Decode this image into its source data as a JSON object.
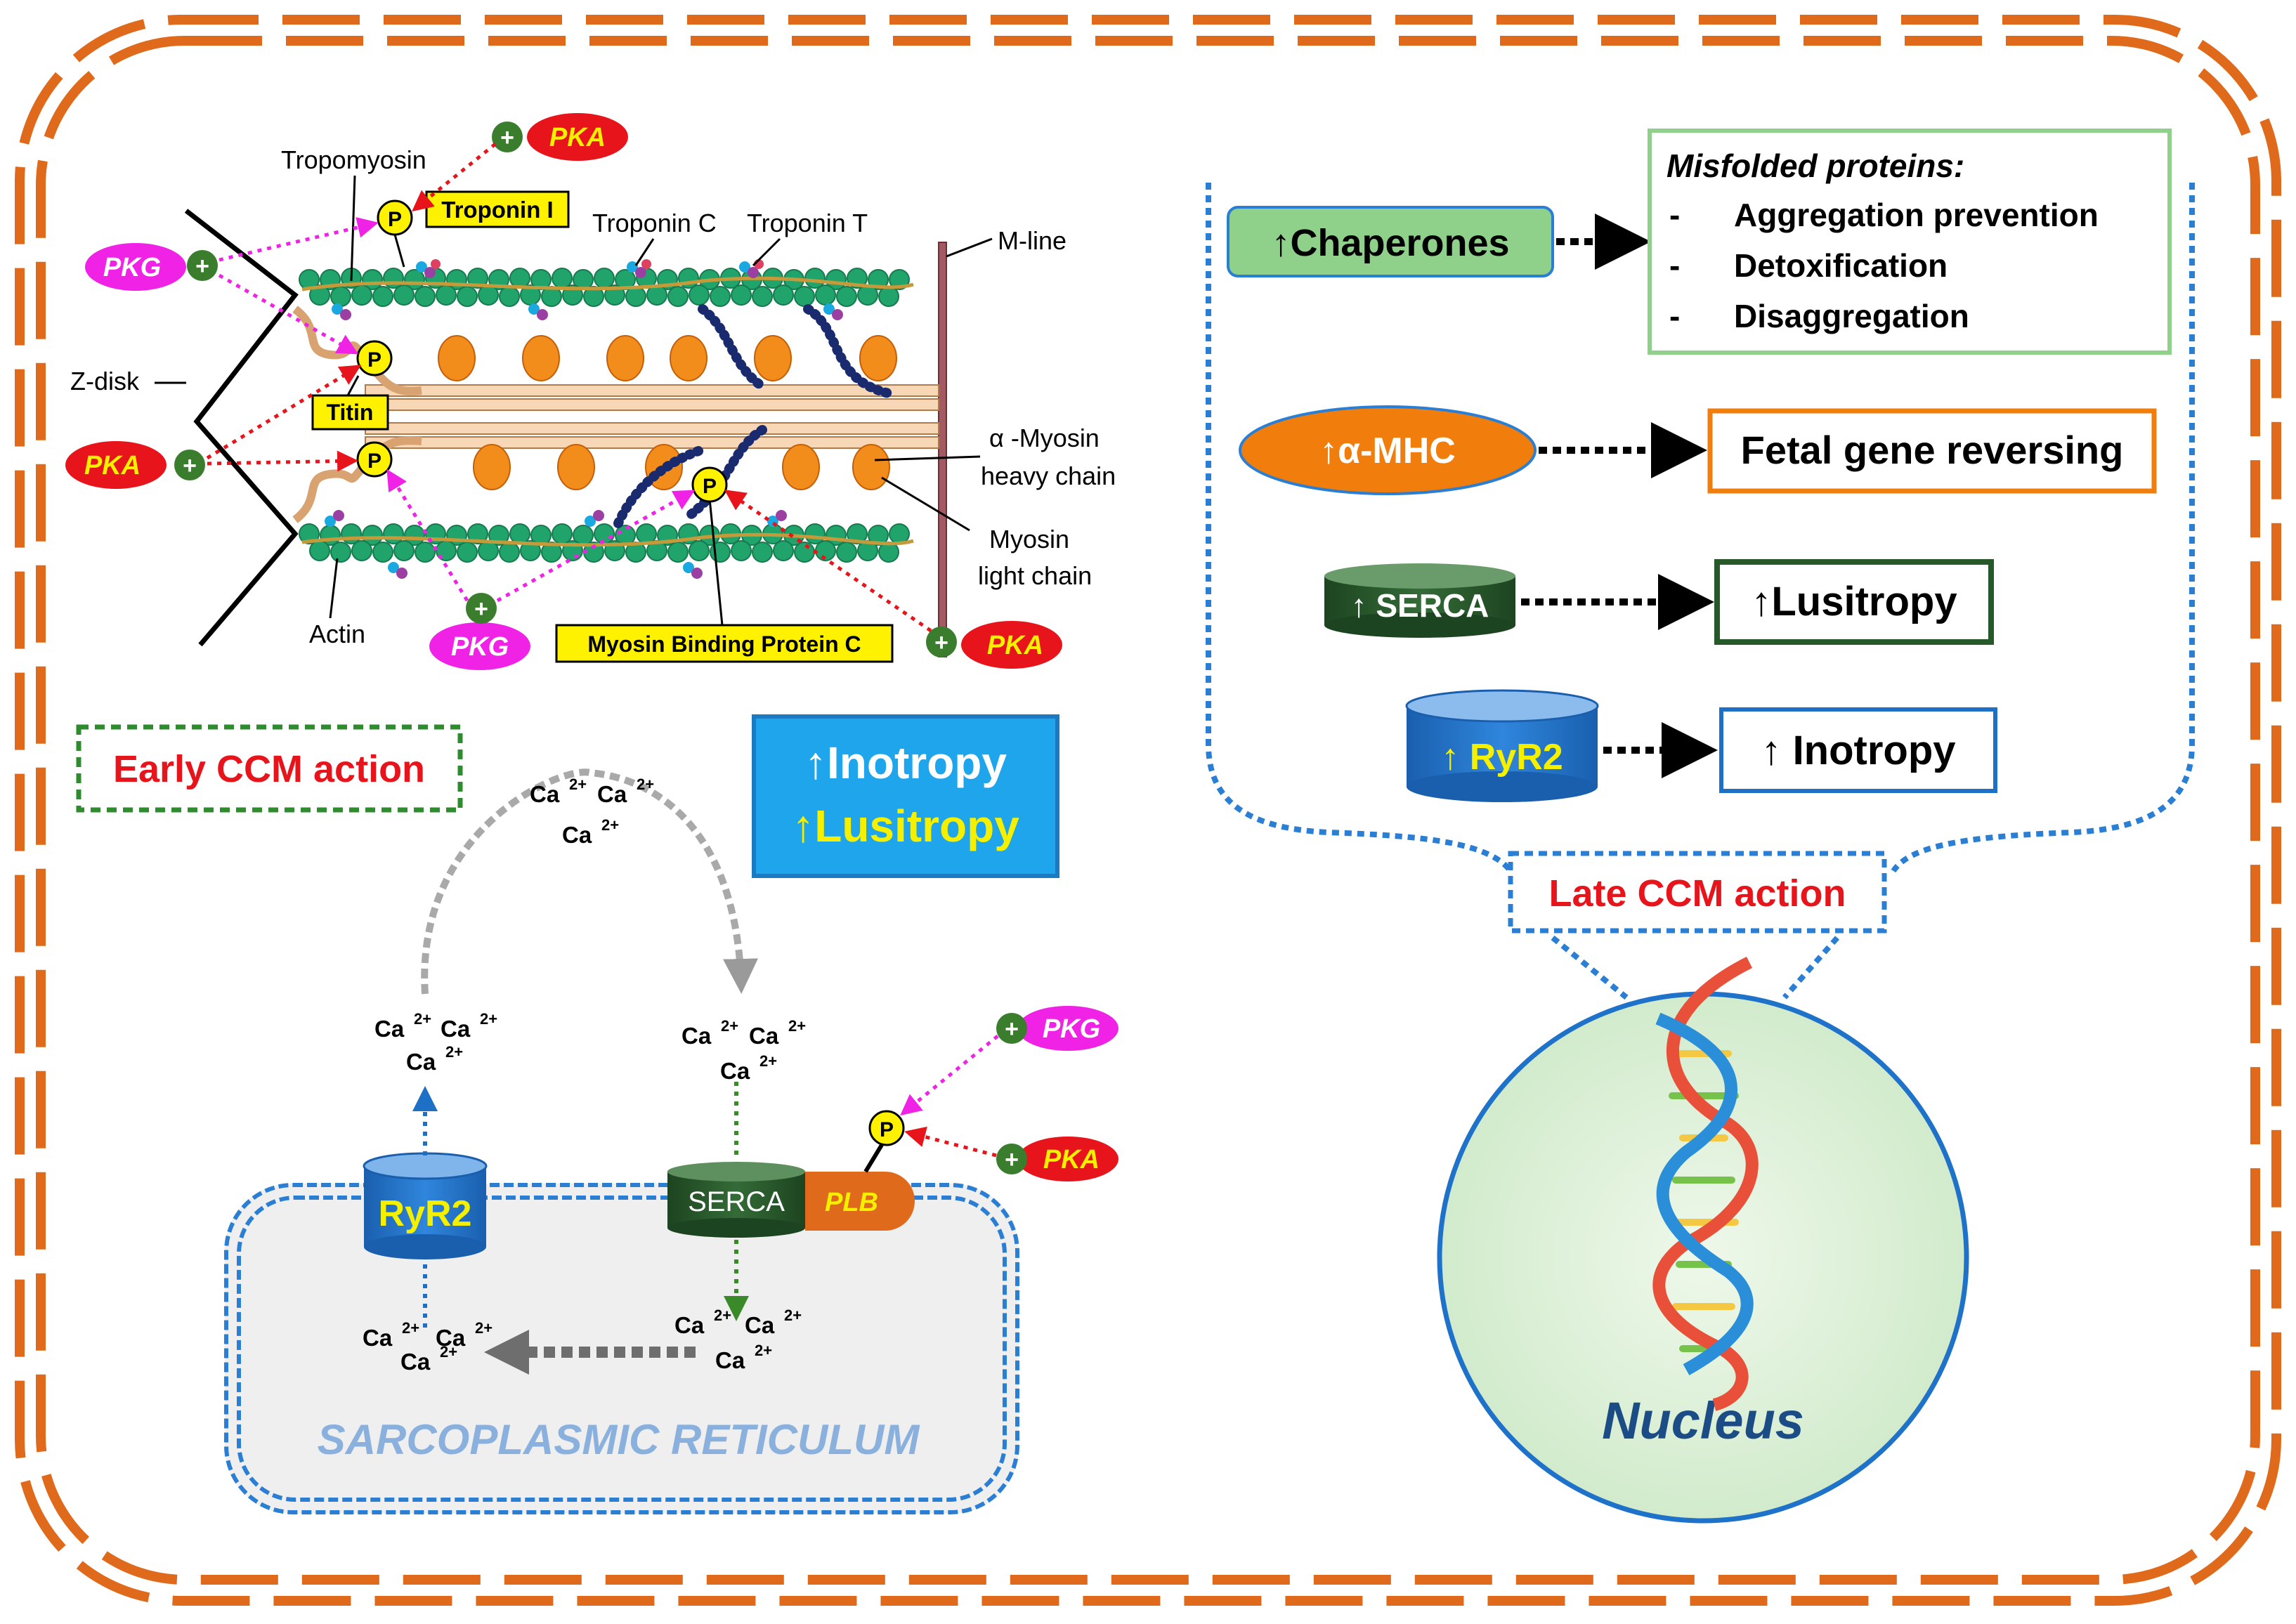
{
  "sarcomere": {
    "tropomyosin": "Tropomyosin",
    "troponin_i": "Troponin I",
    "troponin_c": "Troponin C",
    "troponin_t": "Troponin T",
    "m_line": "M-line",
    "z_disk": "Z-disk",
    "titin": "Titin",
    "alpha_myosin_1": "α -Myosin",
    "alpha_myosin_2": "heavy chain",
    "myosin_light_1": "Myosin",
    "myosin_light_2": "light chain",
    "actin": "Actin",
    "mybpc": "Myosin Binding Protein C",
    "phospho": "P",
    "plus": "+"
  },
  "kinases": {
    "pka": "PKA",
    "pkg": "PKG"
  },
  "early": {
    "label": "Early CCM action",
    "inotropy": "↑Inotropy",
    "lusitropy": "↑Lusitropy"
  },
  "calcium": {
    "ca": "Ca",
    "charge": "2+"
  },
  "sr": {
    "ryr2": "RyR2",
    "serca": "SERCA",
    "plb": "PLB",
    "title": "SARCOPLASMIC RETICULUM"
  },
  "late": {
    "chaperones": "↑Chaperones",
    "misfolded_title": "Misfolded proteins:",
    "misfolded_items": [
      "Aggregation prevention",
      "Detoxification",
      "Disaggregation"
    ],
    "bullet": "-",
    "alpha_mhc": "↑α-MHC",
    "fetal": "Fetal gene reversing",
    "serca": "↑ SERCA",
    "lusitropy": "↑Lusitropy",
    "ryr2": "↑ RyR2",
    "inotropy": "↑ Inotropy",
    "label": "Late CCM action",
    "nucleus": "Nucleus"
  },
  "colors": {
    "cell_border": "#e06a1b",
    "pka": "#e8141b",
    "pkg": "#f022e6",
    "plus": "#3a7d2c",
    "phospho": "#f4f000",
    "blue_dotted": "#2a7fd4",
    "early_border": "#2e8b2e",
    "early_text": "#e8141b",
    "inotropy_box": "#1ea5ec",
    "lusitropy_text": "#f4f000",
    "chaperone_fill": "#8fd18a",
    "mhc_fill": "#f07d0c",
    "serca_fill": "#27582a",
    "ryr_fill": "#1e6fc6",
    "nucleus_fill": "#dff0da",
    "sr_fill": "#efefef"
  }
}
